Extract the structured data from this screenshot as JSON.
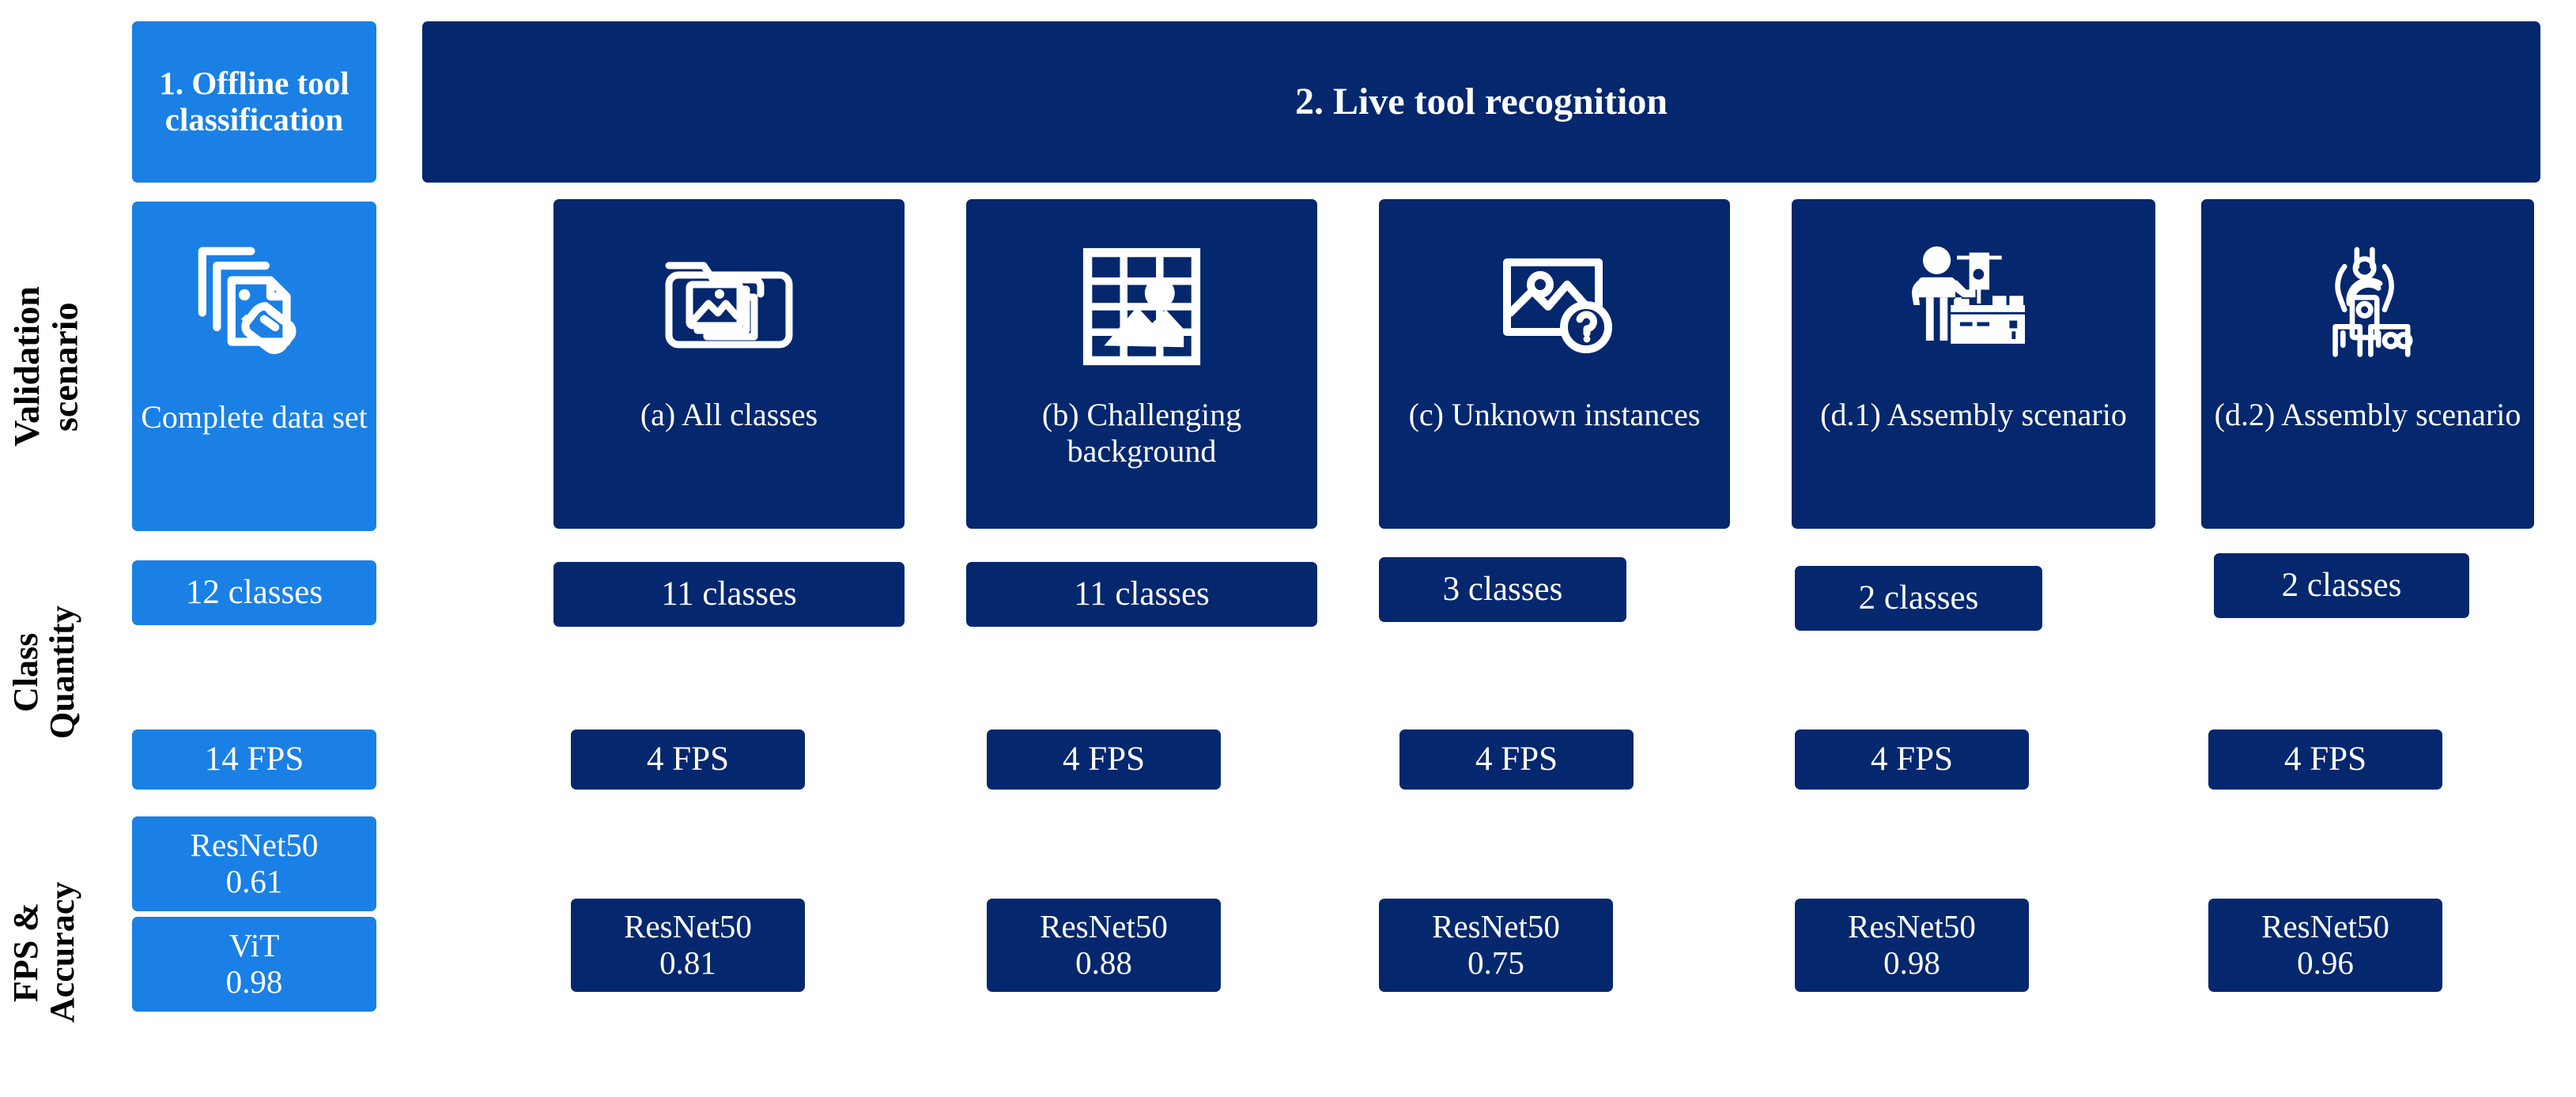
{
  "header": {
    "offline": "1. Offline tool classification",
    "live": "2. Live tool recognition"
  },
  "row_labels": {
    "validation": "Validation\nscenario",
    "class_quantity": "Class\nQuantity",
    "fps_accuracy": "FPS &\nAccuracy"
  },
  "colors": {
    "light_blue": "#1a80e5",
    "dark_navy": "#04276e",
    "text": "#ffffff",
    "label": "#000000",
    "background": "#ffffff"
  },
  "columns": [
    {
      "id": "complete-data-set",
      "group": "offline",
      "icon": "stacked-images-hand-select-icon",
      "caption": "Complete data set",
      "class_quantity": "12 classes",
      "fps": "14 FPS",
      "accuracy": [
        {
          "model": "ResNet50",
          "value": "0.61"
        },
        {
          "model": "ViT",
          "value": "0.98"
        }
      ]
    },
    {
      "id": "all-classes",
      "group": "live",
      "icon": "folder-images-icon",
      "caption": "(a) All classes",
      "class_quantity": "11 classes",
      "fps": "4 FPS",
      "accuracy": [
        {
          "model": "ResNet50",
          "value": "0.81"
        }
      ]
    },
    {
      "id": "challenging-background",
      "group": "live",
      "icon": "image-grid-overlay-icon",
      "caption": "(b) Challenging background",
      "class_quantity": "11 classes",
      "fps": "4 FPS",
      "accuracy": [
        {
          "model": "ResNet50",
          "value": "0.88"
        }
      ]
    },
    {
      "id": "unknown-instances",
      "group": "live",
      "icon": "image-question-mark-icon",
      "caption": "(c) Unknown instances",
      "class_quantity": "3 classes",
      "fps": "4 FPS",
      "accuracy": [
        {
          "model": "ResNet50",
          "value": "0.75"
        }
      ]
    },
    {
      "id": "assembly-scenario-d1",
      "group": "live",
      "icon": "worker-workbench-icon",
      "caption": "(d.1) Assembly scenario",
      "class_quantity": "2 classes",
      "fps": "4 FPS",
      "accuracy": [
        {
          "model": "ResNet50",
          "value": "0.98"
        }
      ]
    },
    {
      "id": "assembly-scenario-d2",
      "group": "live",
      "icon": "robot-gripper-icon",
      "caption": "(d.2) Assembly scenario",
      "class_quantity": "2 classes",
      "fps": "4 FPS",
      "accuracy": [
        {
          "model": "ResNet50",
          "value": "0.96"
        }
      ]
    }
  ]
}
